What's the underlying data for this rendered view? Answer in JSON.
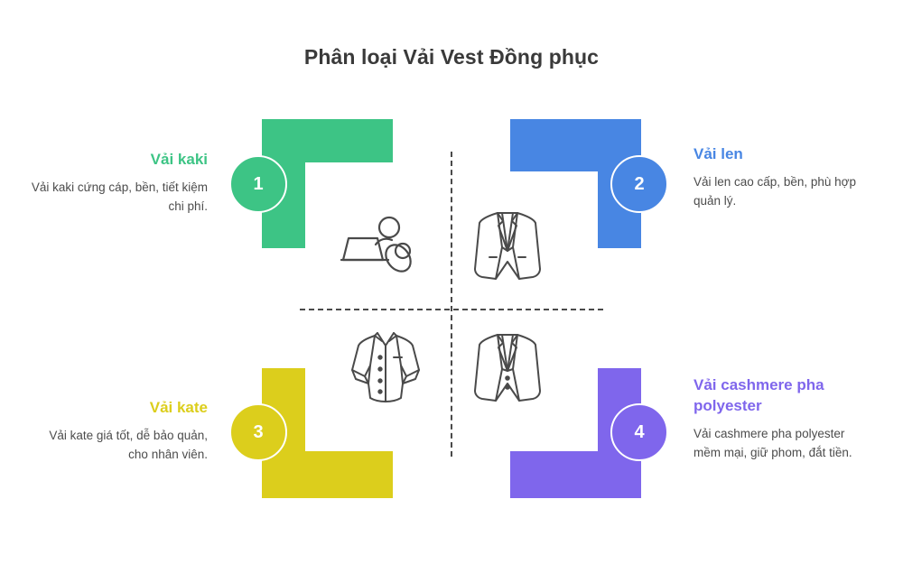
{
  "title": "Phân loại Vải Vest Đồng phục",
  "quadrants": [
    {
      "number": "1",
      "heading": "Vải kaki",
      "body": "Vải kaki cứng cáp, bền, tiết kiệm chi phí.",
      "color": "#3DC485",
      "position": "top-left"
    },
    {
      "number": "2",
      "heading": "Vải len",
      "body": "Vải len cao cấp, bền, phù hợp quản lý.",
      "color": "#4886E3",
      "position": "top-right"
    },
    {
      "number": "3",
      "heading": "Vải kate",
      "body": "Vải kate giá tốt, dễ bảo quản, cho nhân viên.",
      "color": "#DCCE1C",
      "position": "bottom-left"
    },
    {
      "number": "4",
      "heading": "Vải cashmere pha polyester",
      "body": "Vải cashmere pha polyester mềm mại, giữ phom, đắt tiền.",
      "color": "#7F66EC",
      "position": "bottom-right"
    }
  ],
  "icons": [
    {
      "name": "laptop-person-icon",
      "quadrant": "top-left"
    },
    {
      "name": "suit-jacket-icon",
      "quadrant": "top-right"
    },
    {
      "name": "short-sleeve-shirt-icon",
      "quadrant": "bottom-left"
    },
    {
      "name": "blazer-icon",
      "quadrant": "bottom-right"
    }
  ],
  "colors": {
    "green": "#3DC485",
    "blue": "#4886E3",
    "yellow": "#DCCE1C",
    "purple": "#7F66EC",
    "title_text": "#3A3A3A",
    "body_text": "#4C4C4C",
    "divider": "#4A4A4A",
    "icon_stroke": "#4A4A4A",
    "background": "#FFFFFF"
  }
}
